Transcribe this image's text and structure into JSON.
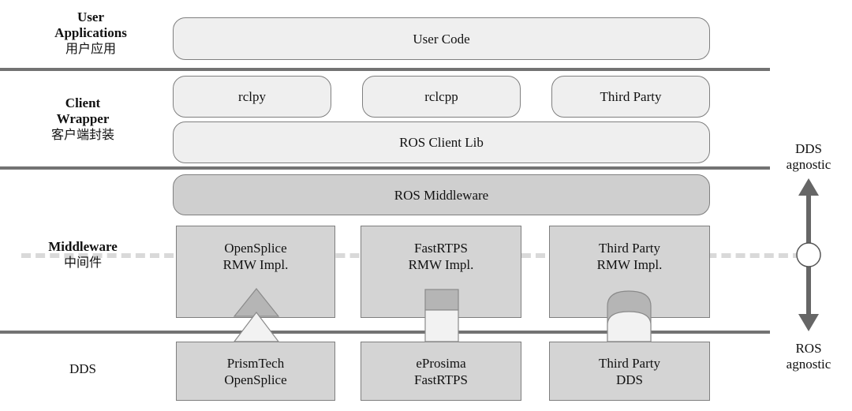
{
  "layers": {
    "user_applications": {
      "title_line1": "User",
      "title_line2": "Applications",
      "zh": "用户应用"
    },
    "client_wrapper": {
      "title_line1": "Client",
      "title_line2": "Wrapper",
      "zh": "客户端封装"
    },
    "middleware": {
      "title": "Middleware",
      "zh": "中间件"
    },
    "dds": {
      "title": "DDS"
    }
  },
  "boxes": {
    "user_code": "User Code",
    "rclpy": "rclpy",
    "rclcpp": "rclcpp",
    "third_party_client": "Third Party",
    "ros_client_lib": "ROS Client Lib",
    "ros_middleware": "ROS Middleware",
    "opensplice_rmw": {
      "line1": "OpenSplice",
      "line2": "RMW Impl."
    },
    "fastrtps_rmw": {
      "line1": "FastRTPS",
      "line2": "RMW Impl."
    },
    "third_party_rmw": {
      "line1": "Third Party",
      "line2": "RMW Impl."
    },
    "prismtech": {
      "line1": "PrismTech",
      "line2": "OpenSplice"
    },
    "eprosima": {
      "line1": "eProsima",
      "line2": "FastRTPS"
    },
    "third_party_dds": {
      "line1": "Third Party",
      "line2": "DDS"
    }
  },
  "axis": {
    "top_line1": "DDS",
    "top_line2": "agnostic",
    "bottom_line1": "ROS",
    "bottom_line2": "agnostic"
  },
  "colors": {
    "divider": "#737373",
    "pill": "#efefef",
    "pill_dark": "#cfcfcf",
    "square": "#d4d4d4",
    "dash": "#d9d9d9"
  }
}
